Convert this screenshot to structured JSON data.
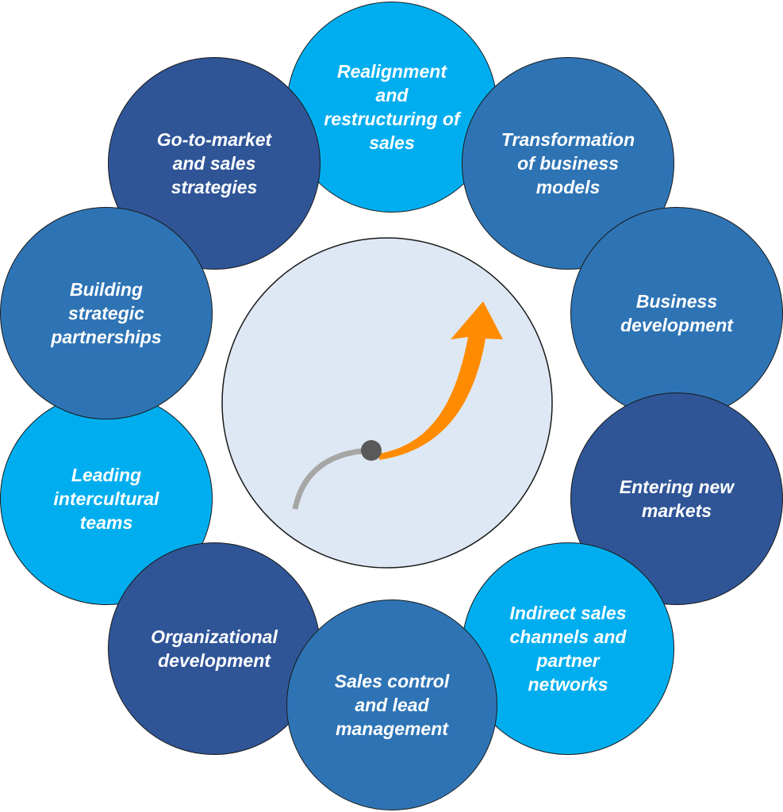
{
  "colors": {
    "light_blue": "#00AEEF",
    "medium_blue": "#2E74B5",
    "dark_blue": "#2F5597",
    "center_fill": "#DEE8F4",
    "arrow_orange": "#FF8C00",
    "curve_gray": "#A6A6A6",
    "dot_gray": "#595959"
  },
  "diagram": {
    "center_icon": "growth-arrow-icon",
    "nodes": [
      {
        "label": "Realignment\nand\nrestructuring of\nsales",
        "color": "#00AEEF"
      },
      {
        "label": "Transformation\nof business\nmodels",
        "color": "#2E74B5"
      },
      {
        "label": "Business\ndevelopment",
        "color": "#2E74B5"
      },
      {
        "label": "Entering new\nmarkets",
        "color": "#2F5597"
      },
      {
        "label": "Indirect sales\nchannels and\npartner\nnetworks",
        "color": "#00AEEF"
      },
      {
        "label": "Sales control\nand lead\nmanagement",
        "color": "#2E74B5"
      },
      {
        "label": "Organizational\ndevelopment",
        "color": "#2F5597"
      },
      {
        "label": "Leading\nintercultural\nteams",
        "color": "#00AEEF"
      },
      {
        "label": "Building\nstrategic\npartnerships",
        "color": "#2E74B5"
      },
      {
        "label": "Go-to-market\nand sales\nstrategies",
        "color": "#2F5597"
      }
    ]
  }
}
